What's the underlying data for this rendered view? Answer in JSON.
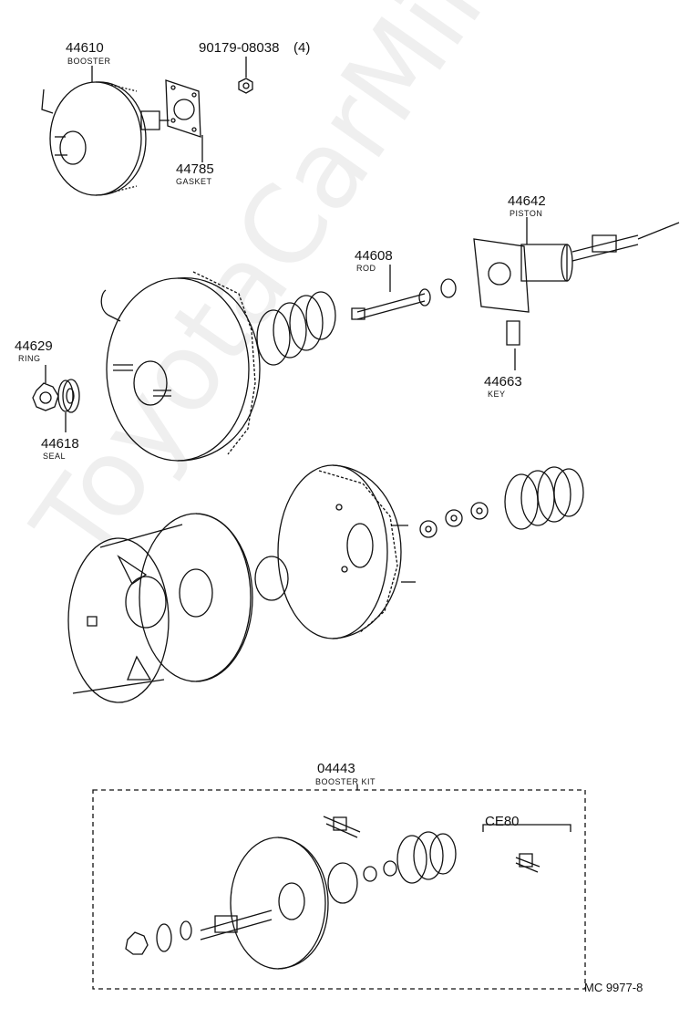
{
  "parts": {
    "booster": {
      "number": "44610",
      "name": "BOOSTER"
    },
    "nut": {
      "number": "90179-08038",
      "qty": "(4)"
    },
    "gasket": {
      "number": "44785",
      "name": "GASKET"
    },
    "piston": {
      "number": "44642",
      "name": "PISTON"
    },
    "rod": {
      "number": "44608",
      "name": "ROD"
    },
    "ring": {
      "number": "44629",
      "name": "RING"
    },
    "seal": {
      "number": "44618",
      "name": "SEAL"
    },
    "key": {
      "number": "44663",
      "name": "KEY"
    },
    "booster_kit": {
      "number": "04443",
      "name": "BOOSTER KIT"
    },
    "kit_sub": {
      "number": "CE80"
    }
  },
  "diagram_code": "MC 9977-8",
  "watermark": "ToyotaCarMine.ru",
  "colors": {
    "ink": "#111111",
    "paper": "#ffffff"
  }
}
